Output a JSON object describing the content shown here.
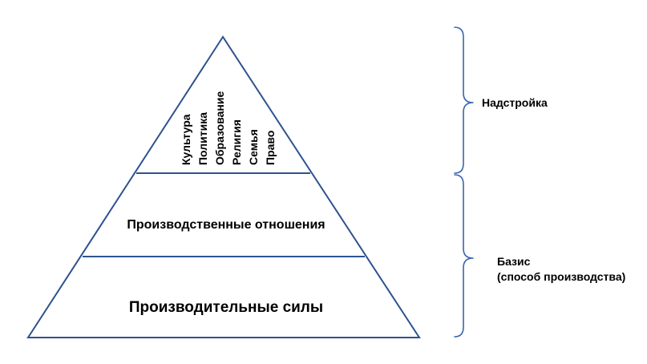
{
  "pyramid": {
    "top_items": [
      "Культура",
      "Политика",
      "Образование",
      "Религия",
      "Семья",
      "Право"
    ],
    "middle_label": "Производственные отношения",
    "bottom_label": "Производительные силы"
  },
  "braces": {
    "superstructure_label": "Надстройка",
    "basis_label_line1": "Базис",
    "basis_label_line2": "(способ производства)"
  },
  "colors": {
    "pyramid_stroke": "#2f528f",
    "brace_stroke": "#3b64ad",
    "text": "#000000"
  }
}
